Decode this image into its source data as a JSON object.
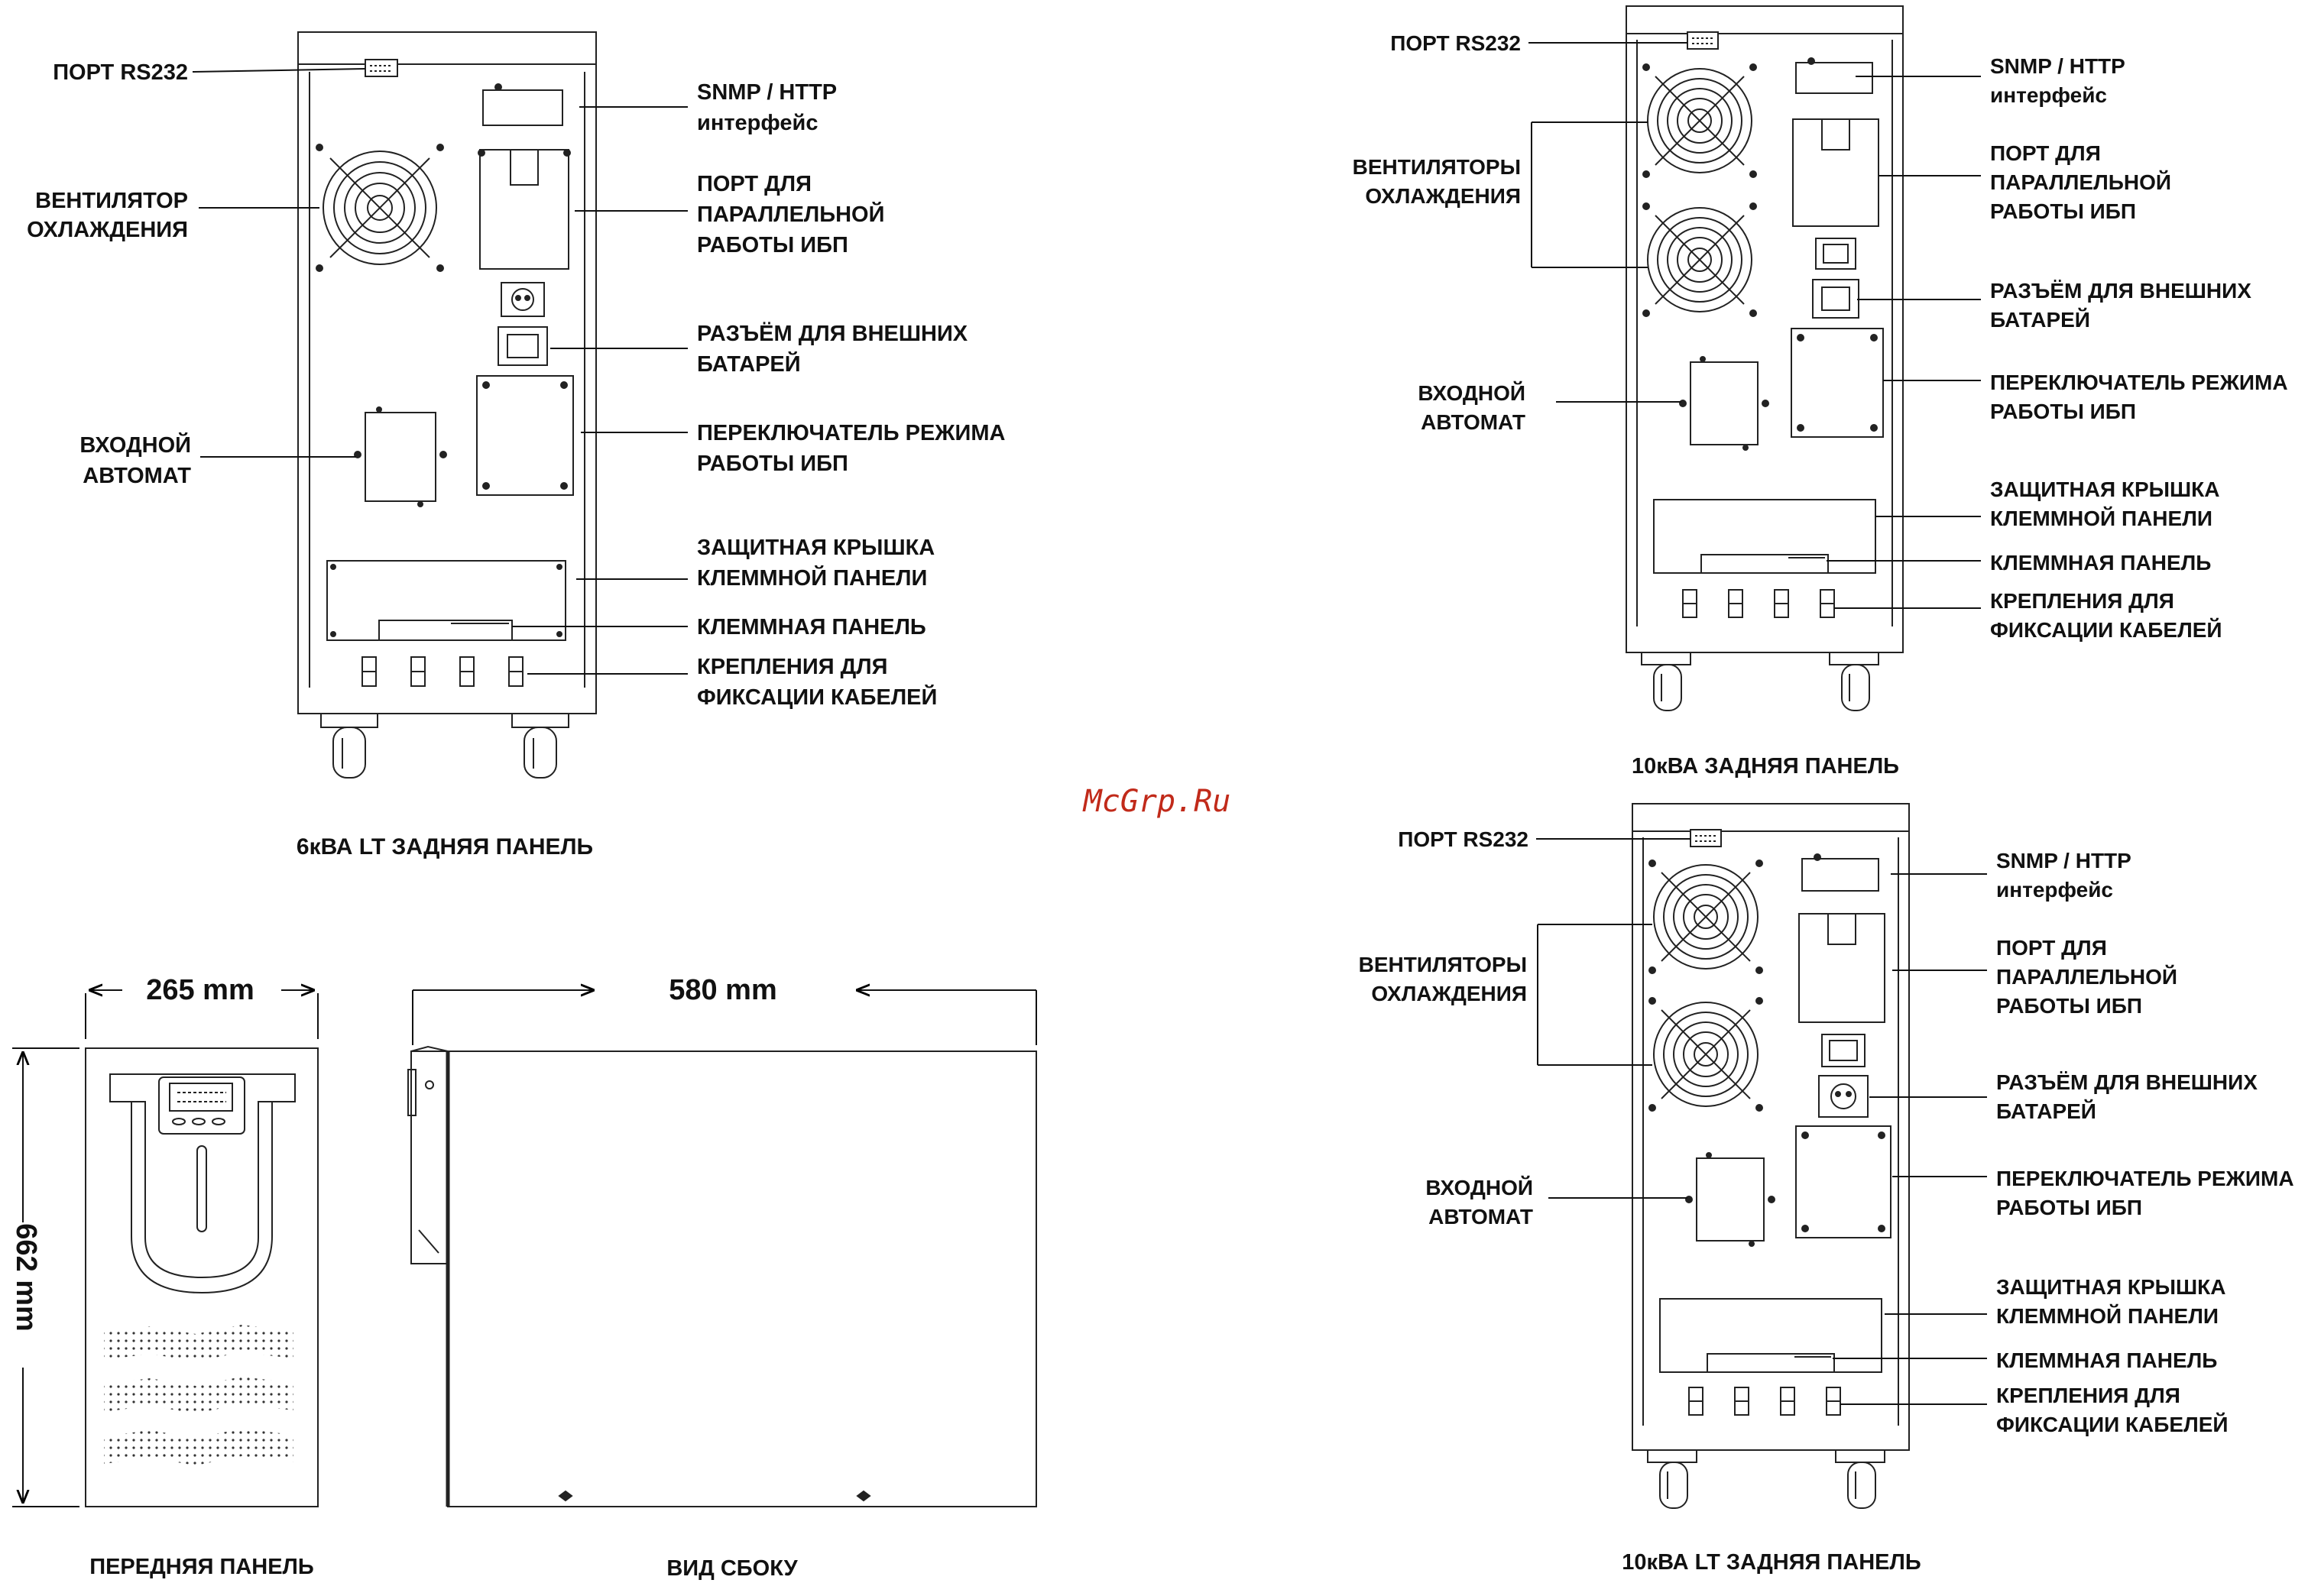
{
  "labels": {
    "rs232": "ПОРТ RS232",
    "snmp_line1": "SNMP / HTTP",
    "snmp_line2": "интерфейс",
    "fan_line1": "ВЕНТИЛЯТОР",
    "fan_line2": "ОХЛАЖДЕНИЯ",
    "fans_line1": "ВЕНТИЛЯТОРЫ",
    "fans_line2": "ОХЛАЖДЕНИЯ",
    "parallel_line1": "ПОРТ ДЛЯ",
    "parallel_line2": "ПАРАЛЛЕЛЬНОЙ",
    "parallel_line3": "РАБОТЫ ИБП",
    "battery_line1": "РАЗЪЁМ ДЛЯ ВНЕШНИХ",
    "battery_line2": "БАТАРЕЙ",
    "breaker_line1": "ВХОДНОЙ",
    "breaker_line2": "АВТОМАТ",
    "switch_line1": "ПЕРЕКЛЮЧАТЕЛЬ РЕЖИМА",
    "switch_line2": "РАБОТЫ ИБП",
    "cover_line1": "ЗАЩИТНАЯ КРЫШКА",
    "cover_line2": "КЛЕММНОЙ ПАНЕЛИ",
    "terminal": "КЛЕММНАЯ ПАНЕЛЬ",
    "clamps_line1": "КРЕПЛЕНИЯ ДЛЯ",
    "clamps_line2": "ФИКСАЦИИ КАБЕЛЕЙ"
  },
  "captions": {
    "lt6": "6кВА LT ЗАДНЯЯ ПАНЕЛЬ",
    "kva10": "10кВА ЗАДНЯЯ ПАНЕЛЬ",
    "lt10": "10кВА LT ЗАДНЯЯ ПАНЕЛЬ",
    "front": "ПЕРЕДНЯЯ ПАНЕЛЬ",
    "side": "ВИД СБОКУ"
  },
  "dimensions": {
    "width": "265 mm",
    "depth": "580 mm",
    "height": "662 mm"
  },
  "watermark": "McGrp.Ru"
}
